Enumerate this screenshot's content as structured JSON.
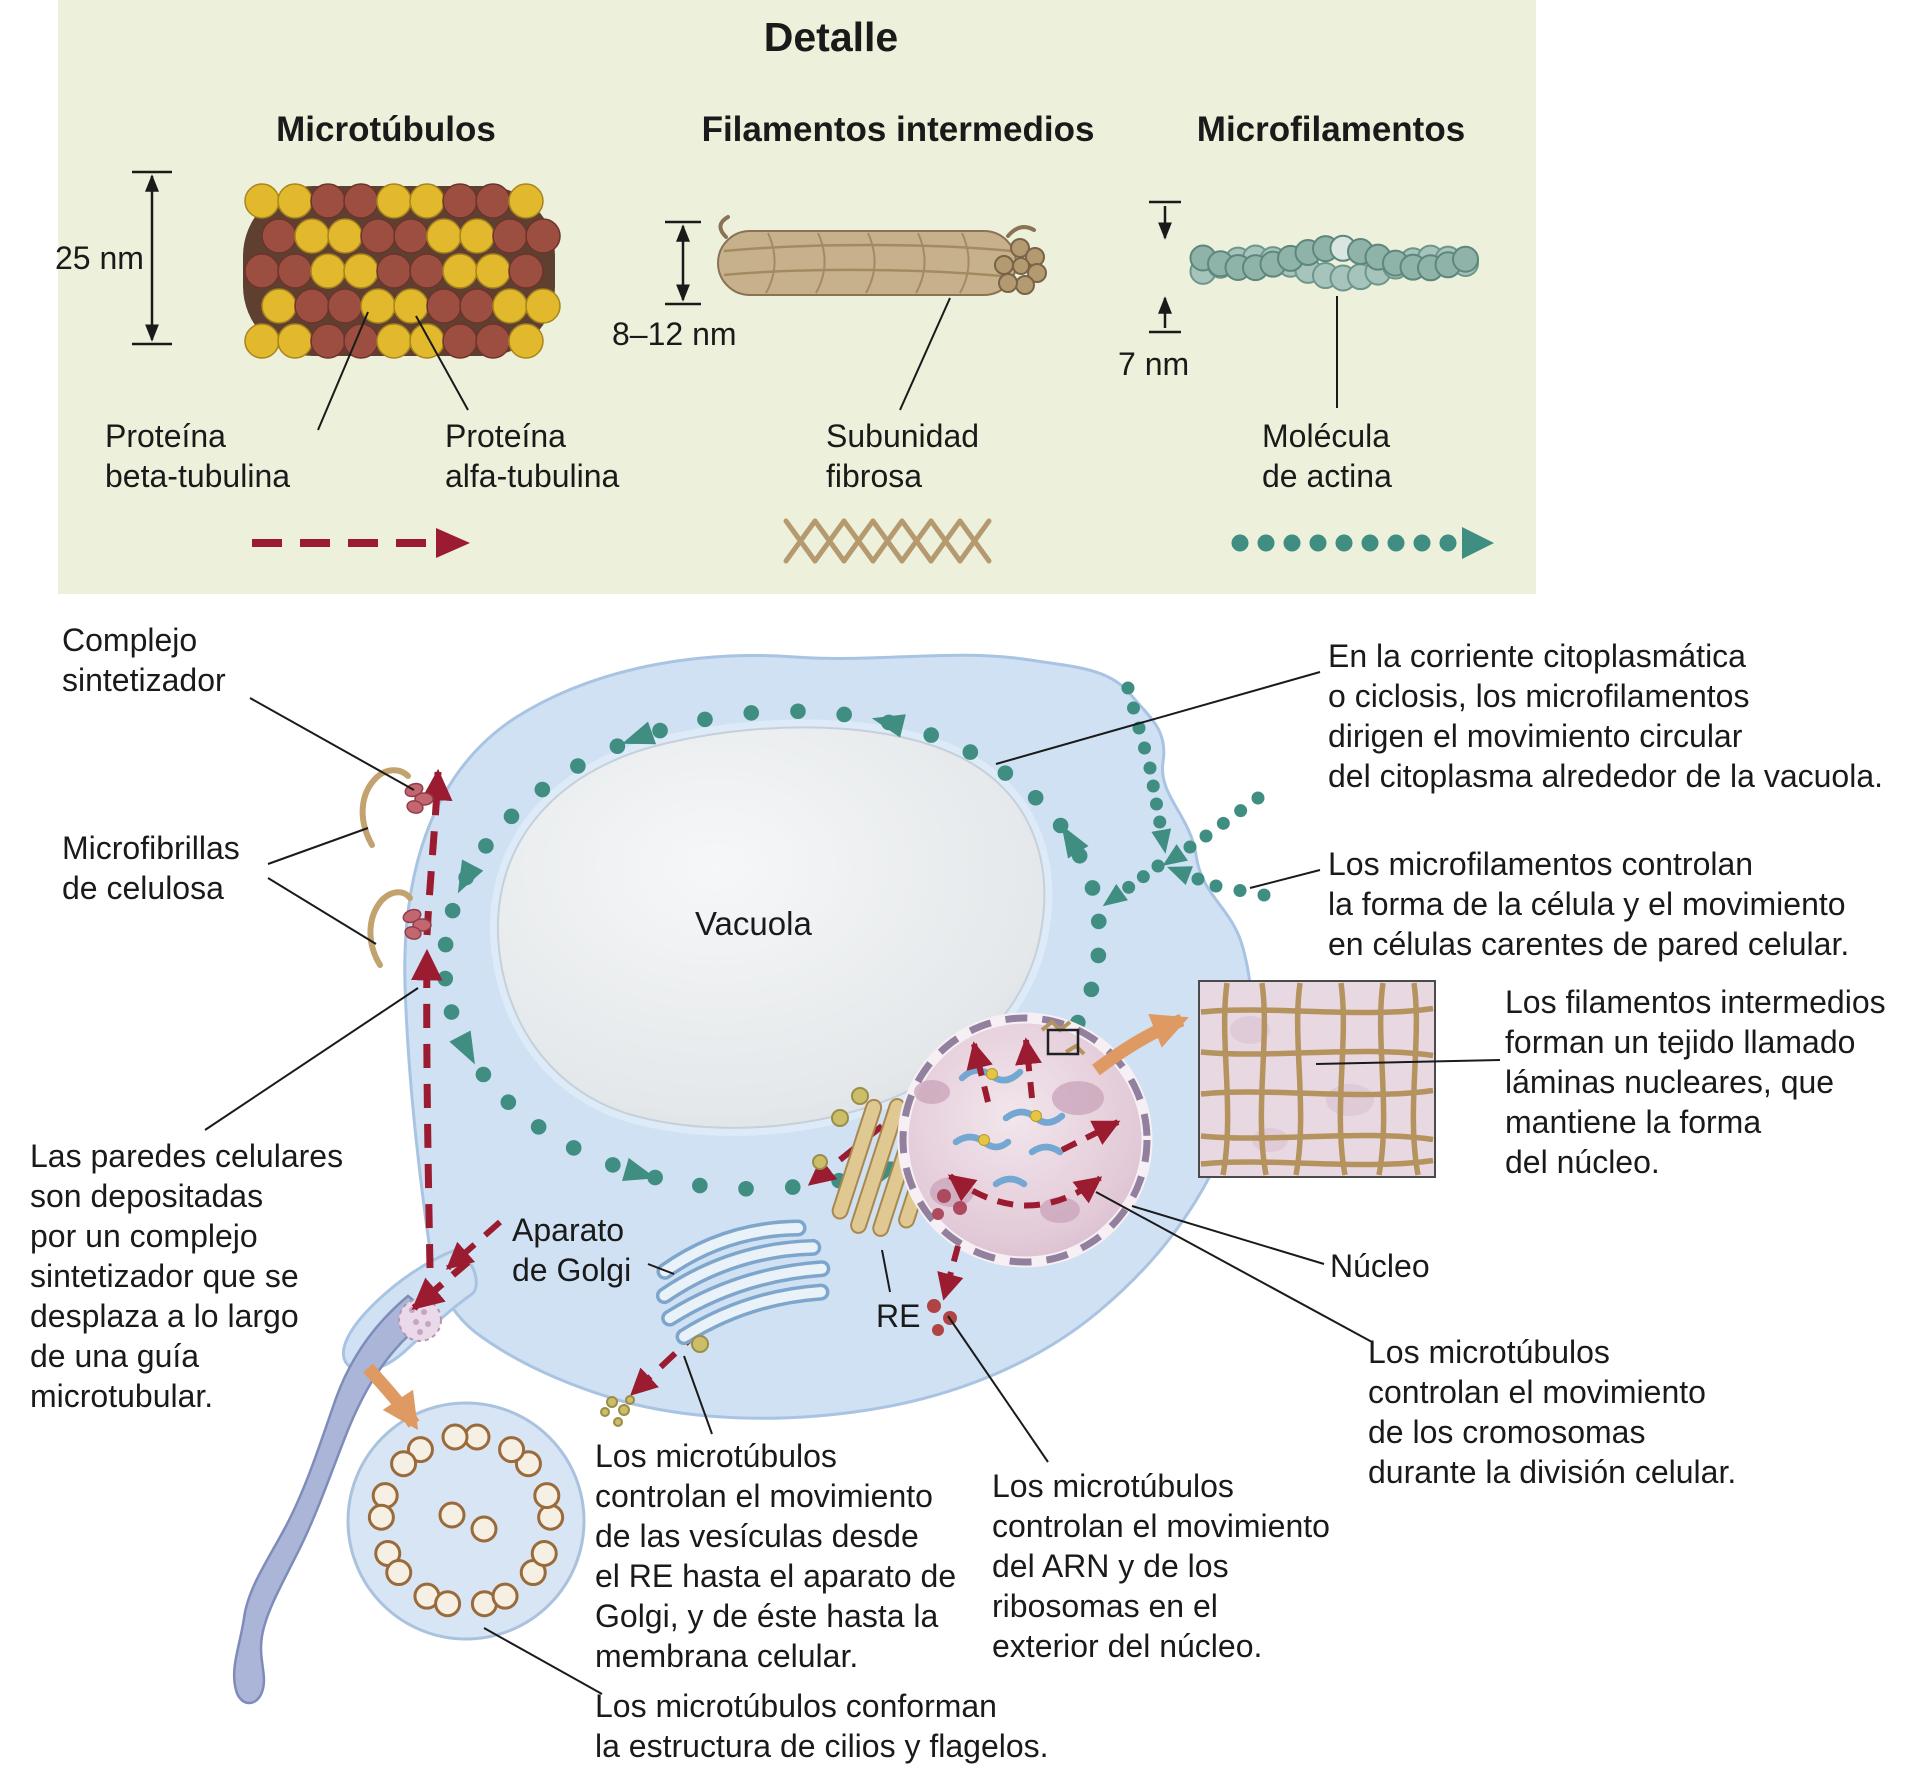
{
  "figure": {
    "detail": {
      "title": "Detalle",
      "microtubules": {
        "heading": "Microtúbulos",
        "diameter": "25 nm",
        "beta_label": "Proteína\nbeta-tubulina",
        "alpha_label": "Proteína\nalfa-tubulina"
      },
      "intermediate_filaments": {
        "heading": "Filamentos intermedios",
        "diameter": "8–12 nm",
        "subunit_label": "Subunidad\nfibrosa"
      },
      "microfilaments": {
        "heading": "Microfilamentos",
        "diameter": "7 nm",
        "actin_label": "Molécula\nde actina"
      }
    },
    "cell": {
      "synth_complex": "Complejo\nsintetizador",
      "microfibrils": "Microfibrillas\nde celulosa",
      "cell_walls": "Las paredes celulares\nson depositadas\npor un complejo\nsintetizador que se\ndesplaza a lo largo\nde una guía\nmicrotubular.",
      "vacuole": "Vacuola",
      "golgi": "Aparato\nde Golgi",
      "er": "RE",
      "nucleus": "Núcleo",
      "streaming": "En la corriente citoplasmática\no ciclosis, los microfilamentos\ndirigen el movimiento circular\ndel citoplasma alrededor de la vacuola.",
      "cell_shape": "Los microfilamentos controlan\nla forma de la célula y el movimiento\nen células carentes de pared celular.",
      "lamina": "Los filamentos intermedios\nforman un tejido llamado\nláminas nucleares, que\nmantiene la forma\ndel núcleo.",
      "chromosomes": "Los microtúbulos\ncontrolan el movimiento\nde los cromosomas\ndurante la división celular.",
      "vesicles": "Los microtúbulos\ncontrolan el movimiento\nde las vesículas desde\nel RE hasta el aparato de\nGolgi, y de éste hasta la\nmembrana celular.",
      "rna": "Los microtúbulos\ncontrolan el movimiento\ndel ARN y de los\nribosomas en el\nexterior del núcleo.",
      "cilia": "Los microtúbulos conforman\nla estructura de cilios y flagelos."
    },
    "colors": {
      "panel_bg": "#edf0da",
      "microtubule_red": "#9b1b30",
      "intermediate_tan": "#b5935f",
      "microfilament_teal": "#3f8e81",
      "cell_fill": "#cfe1f3",
      "nucleus_fill": "#dcc2d2",
      "orange_arrow": "#de9a62"
    }
  }
}
